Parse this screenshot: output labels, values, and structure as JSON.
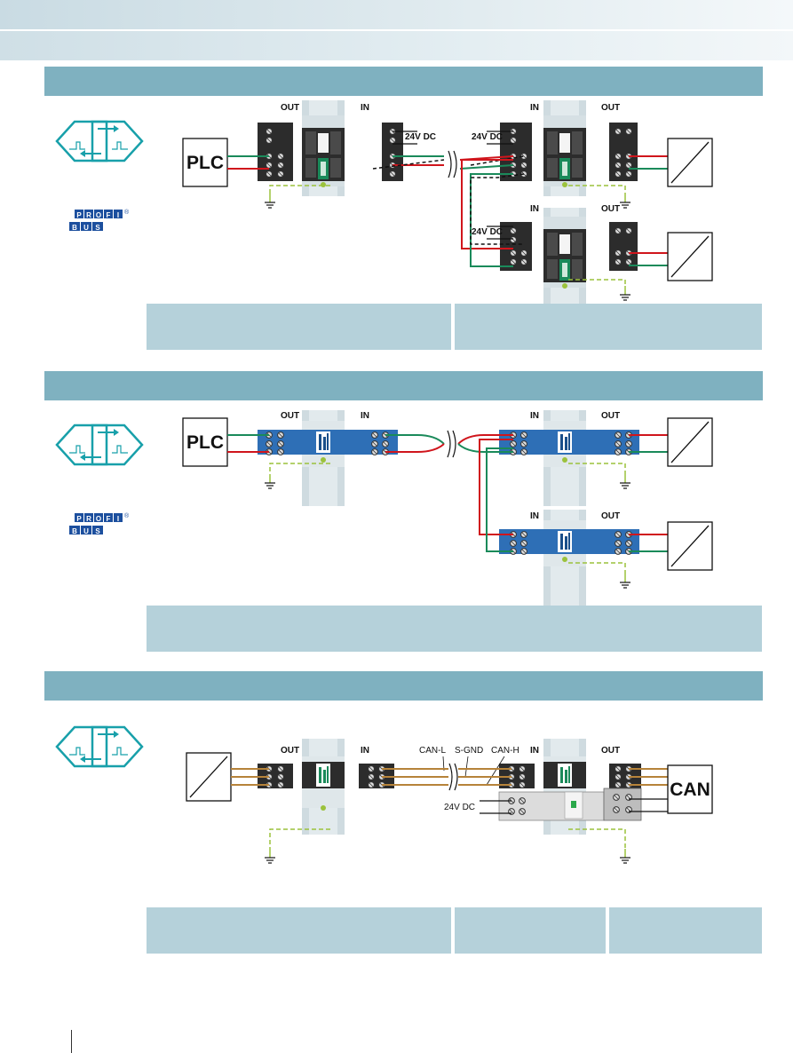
{
  "labels": {
    "out": "OUT",
    "in": "IN",
    "supply": "24V DC",
    "plc": "PLC",
    "can": "CAN",
    "can_l": "CAN-L",
    "s_gnd": "S-GND",
    "can_h": "CAN-H"
  },
  "logo": {
    "top": [
      "P",
      "R",
      "O",
      "F",
      "I"
    ],
    "bottom": [
      "B",
      "U",
      "S"
    ],
    "mark": "®"
  },
  "colors": {
    "section_bar": "#7fb1c0",
    "text_box": "#b5d1da",
    "wire_red": "#d0151c",
    "wire_green": "#1a8a5a",
    "wire_brown": "#b6833a",
    "ground": "#9bc23c",
    "module_blue": "#2e6fb6",
    "module_green": "#1a8a5a"
  }
}
